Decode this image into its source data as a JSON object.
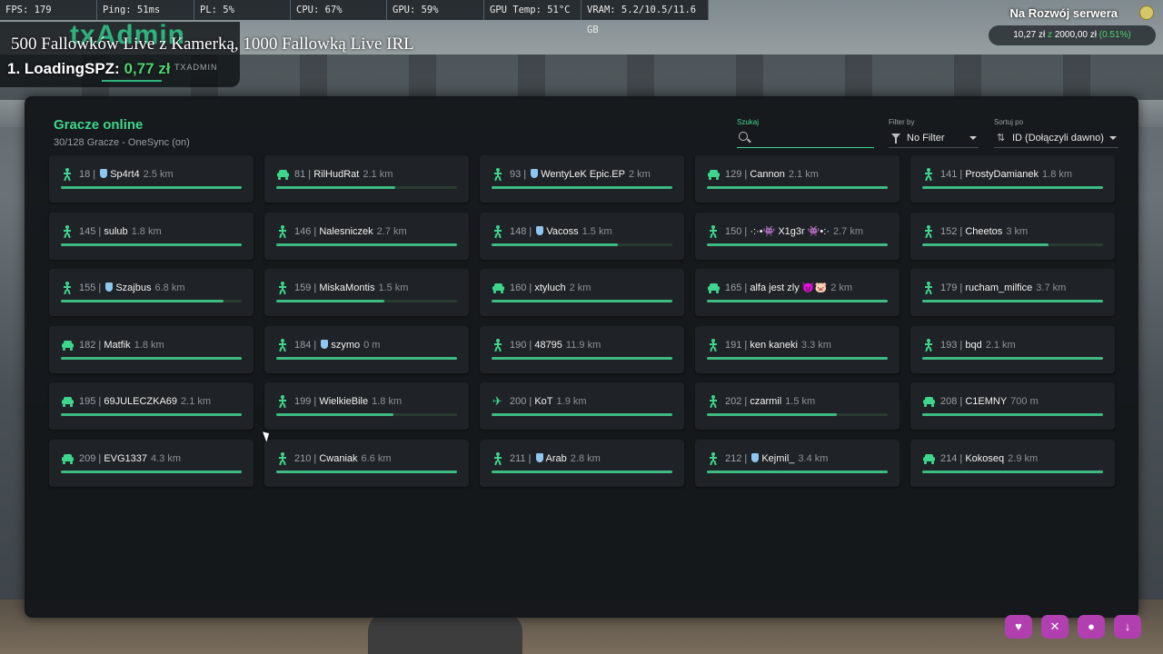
{
  "perf": [
    {
      "label": "FPS: 179"
    },
    {
      "label": "Ping: 51ms"
    },
    {
      "label": "PL: 5%"
    },
    {
      "label": "CPU: 67%"
    },
    {
      "label": "GPU: 59%"
    },
    {
      "label": "GPU Temp: 51°C"
    },
    {
      "label": "VRAM: 5.2/10.5/11.6 GB"
    }
  ],
  "overlay": {
    "brand": "txAdmin",
    "headline": "500 Fallowków Live z Kamerką, 1000 Fallowką Live IRL",
    "donor_rank": "1. LoadingSPZ: ",
    "donor_amount": "0,77 zł",
    "small_tag": "TXADMIN"
  },
  "server": {
    "title": "Na Rozwój serwera",
    "current": "10,27 zł",
    "separator": " z ",
    "goal": "2000,00 zł",
    "percent": "(0.51%)",
    "progress_fraction": 0.0051
  },
  "panel": {
    "title": "Gracze online",
    "subtitle": "30/128 Gracze - OneSync (on)",
    "search_label": "Szukaj",
    "search_value": "",
    "filter_label": "Filter by",
    "filter_value": "No Filter",
    "sort_label": "Sortuj po",
    "sort_value": "ID (Dołączyli dawno)"
  },
  "colors": {
    "accent": "#3dd68c",
    "panel": "#14171a",
    "card": "#1f2327",
    "bar": "#3dbb82",
    "pink": "#b23fb0"
  },
  "players": [
    {
      "mode": "walk",
      "id": "18 | ",
      "admin": true,
      "name": "Sp4rt4",
      "dist": "2.5 km",
      "health": 1.0
    },
    {
      "mode": "car",
      "id": "81 | ",
      "admin": false,
      "name": "RilHudRat",
      "dist": "2.1 km",
      "health": 0.66
    },
    {
      "mode": "walk",
      "id": "93 | ",
      "admin": true,
      "name": "WentyLeK Epic.EP",
      "dist": "2 km",
      "health": 1.0
    },
    {
      "mode": "car",
      "id": "129 | ",
      "admin": false,
      "name": "Cannon",
      "dist": "2.1 km",
      "health": 1.0
    },
    {
      "mode": "walk",
      "id": "141 | ",
      "admin": false,
      "name": "ProstyDamianek",
      "dist": "1.8 km",
      "health": 1.0
    },
    {
      "mode": "walk",
      "id": "145 | ",
      "admin": false,
      "name": "sulub",
      "dist": "1.8 km",
      "health": 1.0
    },
    {
      "mode": "walk",
      "id": "146 | ",
      "admin": false,
      "name": "Nalesniczek",
      "dist": "2.7 km",
      "health": 1.0
    },
    {
      "mode": "walk",
      "id": "148 | ",
      "admin": true,
      "name": "Vacoss",
      "dist": "1.5 km",
      "health": 0.7
    },
    {
      "mode": "walk",
      "id": "150 | ",
      "admin": false,
      "name": "·:·•👾 X1g3r 👾•:·",
      "dist": "2.7 km",
      "health": 1.0
    },
    {
      "mode": "walk",
      "id": "152 | ",
      "admin": false,
      "name": "Cheetos",
      "dist": "3 km",
      "health": 0.7
    },
    {
      "mode": "walk",
      "id": "155 | ",
      "admin": true,
      "name": "Szajbus",
      "dist": "6.8 km",
      "health": 0.9
    },
    {
      "mode": "walk",
      "id": "159 | ",
      "admin": false,
      "name": "MiskaMontis",
      "dist": "1.5 km",
      "health": 0.6
    },
    {
      "mode": "car",
      "id": "160 | ",
      "admin": false,
      "name": "xtyluch",
      "dist": "2 km",
      "health": 1.0
    },
    {
      "mode": "car",
      "id": "165 | ",
      "admin": false,
      "name": "alfa jest zly 👿🐷",
      "dist": "2 km",
      "health": 1.0
    },
    {
      "mode": "walk",
      "id": "179 | ",
      "admin": false,
      "name": "rucham_milfice",
      "dist": "3.7 km",
      "health": 1.0
    },
    {
      "mode": "car",
      "id": "182 | ",
      "admin": false,
      "name": "Matfik",
      "dist": "1.8 km",
      "health": 1.0
    },
    {
      "mode": "walk",
      "id": "184 | ",
      "admin": true,
      "name": "szymo",
      "dist": "0 m",
      "health": 1.0
    },
    {
      "mode": "walk",
      "id": "190 | ",
      "admin": false,
      "name": "48795",
      "dist": "11.9 km",
      "health": 1.0
    },
    {
      "mode": "walk",
      "id": "191 | ",
      "admin": false,
      "name": "ken kaneki",
      "dist": "3.3 km",
      "health": 1.0
    },
    {
      "mode": "walk",
      "id": "193 | ",
      "admin": false,
      "name": "bqd",
      "dist": "2.1 km",
      "health": 1.0
    },
    {
      "mode": "car",
      "id": "195 | ",
      "admin": false,
      "name": "69JULECZKA69",
      "dist": "2.1 km",
      "health": 1.0
    },
    {
      "mode": "walk",
      "id": "199 | ",
      "admin": false,
      "name": "WielkieBile",
      "dist": "1.8 km",
      "health": 0.65
    },
    {
      "mode": "plane",
      "id": "200 | ",
      "admin": false,
      "name": "KoT",
      "dist": "1.9 km",
      "health": 1.0
    },
    {
      "mode": "walk",
      "id": "202 | ",
      "admin": false,
      "name": "czarmil",
      "dist": "1.5 km",
      "health": 0.72
    },
    {
      "mode": "car",
      "id": "208 | ",
      "admin": false,
      "name": "C1EMNY",
      "dist": "700 m",
      "health": 1.0
    },
    {
      "mode": "car",
      "id": "209 | ",
      "admin": false,
      "name": "EVG1337",
      "dist": "4.3 km",
      "health": 1.0
    },
    {
      "mode": "walk",
      "id": "210 | ",
      "admin": false,
      "name": "Cwaniak",
      "dist": "6.6 km",
      "health": 1.0
    },
    {
      "mode": "walk",
      "id": "211 | ",
      "admin": true,
      "name": "Arab",
      "dist": "2.8 km",
      "health": 1.0
    },
    {
      "mode": "walk",
      "id": "212 | ",
      "admin": true,
      "name": "Kejmil_",
      "dist": "3.4 km",
      "health": 1.0
    },
    {
      "mode": "car",
      "id": "214 | ",
      "admin": false,
      "name": "Kokoseq",
      "dist": "2.9 km",
      "health": 1.0
    }
  ],
  "fab_buttons": [
    {
      "icon": "heart-icon",
      "glyph": "♥"
    },
    {
      "icon": "tools-icon",
      "glyph": "✕"
    },
    {
      "icon": "drop-icon",
      "glyph": "●"
    },
    {
      "icon": "arrow-down-icon",
      "glyph": "↓"
    }
  ]
}
